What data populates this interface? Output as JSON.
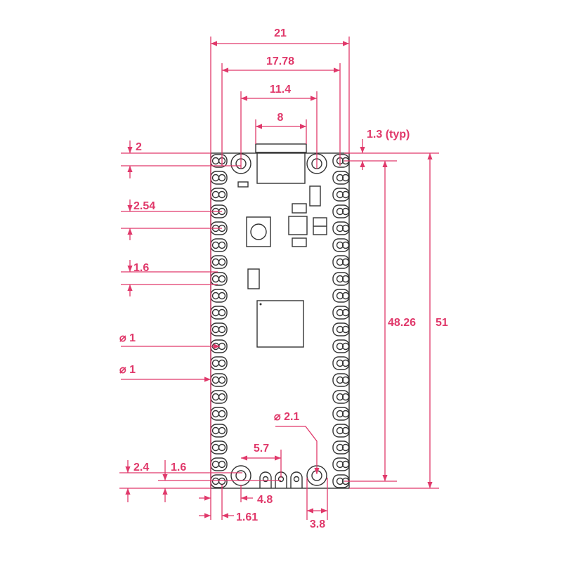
{
  "diagram": {
    "colors": {
      "dimension": "#e0386a",
      "outline": "#333333"
    },
    "labels": {
      "width_total": "21",
      "pin_row_spacing": "17.78",
      "mount_hole_spacing_top": "11.4",
      "usb_width": "8",
      "pad_offset_typ": "1.3 (typ)",
      "pin_span_length": "48.26",
      "length_total": "51",
      "top_offset": "2",
      "pin_pitch": "2.54",
      "pad_height": "1.6",
      "hole_dia_1": "⌀ 1",
      "hole_dia_2": "⌀ 1",
      "mount_hole_dia": "⌀ 2.1",
      "debug_spacing": "5.7",
      "bottom_hole_offset": "2.4",
      "debug_offset": "1.6",
      "hole_from_edge": "4.8",
      "pin_from_edge": "1.61",
      "mount_hole_from_edge": "3.8"
    }
  }
}
